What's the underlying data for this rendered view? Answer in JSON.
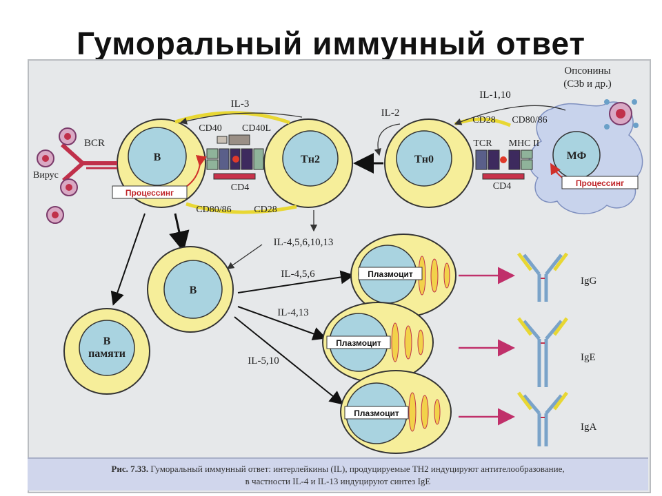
{
  "title": "Гуморальный иммунный ответ",
  "caption": {
    "fig": "Рис. 7.33.",
    "line1": "Гуморальный иммунный ответ: интерлейкины (IL), продуцируемые TH2 индуцируют антителообразование,",
    "line2": "в частности IL-4 и IL-13 индуцируют синтез IgE"
  },
  "cells": {
    "b_main": "B",
    "th2": "Tн2",
    "th0": "Tн0",
    "mf": "МФ",
    "b_second": "B",
    "b_memory_line1": "B",
    "b_memory_line2": "памяти",
    "plasma_label": "Плазмоцит"
  },
  "labels": {
    "bcr": "BCR",
    "virus": "Вирус",
    "opsonins_line1": "Опсонины",
    "opsonins_line2": "(C3b и др.)",
    "il3": "IL-3",
    "il1_10": "IL-1,10",
    "il2": "IL-2",
    "cd40": "CD40",
    "cd40l": "CD40L",
    "cd4_left": "CD4",
    "cd80_86_left": "CD80/86",
    "cd28_left": "CD28",
    "cd28_right": "CD28",
    "cd80_86_right": "CD80/86",
    "tcr": "TCR",
    "mhc2": "MHC II",
    "cd4_right": "CD4",
    "processing_left": "Процессинг",
    "processing_right": "Процессинг",
    "il_4_5_6_10_13": "IL-4,5,6,10,13",
    "il_4_5_6": "IL-4,5,6",
    "il_4_13": "IL-4,13",
    "il_5_10": "IL-5,10",
    "igg": "IgG",
    "ige": "IgE",
    "iga": "IgA"
  },
  "colors": {
    "cytoplasm": "#f6ee9a",
    "nucleus": "#a9d3e0",
    "macrophage": "#c8d3ec",
    "arrow_pink": "#c0306a",
    "processing_red": "#c0262a"
  }
}
